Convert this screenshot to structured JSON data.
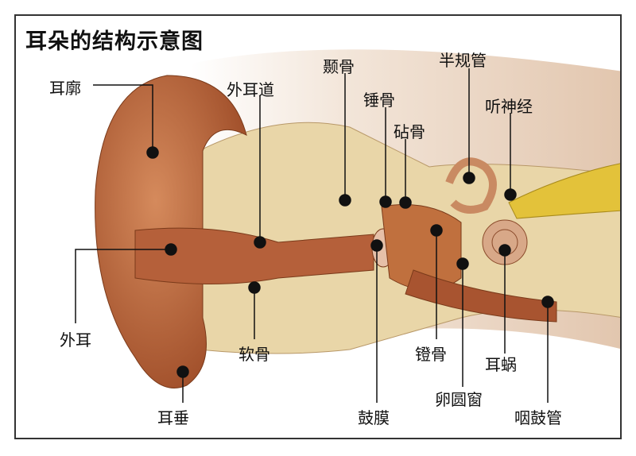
{
  "title": "耳朵的结构示意图",
  "labels": {
    "erkuo": "耳廓",
    "waierdao": "外耳道",
    "niegu": "颞骨",
    "banguiguan": "半规管",
    "chuigu": "锤骨",
    "zhengu": "砧骨",
    "tingshenjing": "听神经",
    "waier": "外耳",
    "ruangu": "软骨",
    "dengu": "镫骨",
    "erwo": "耳蜗",
    "luanyuanchuang": "卵圆窗",
    "gumo": "鼓膜",
    "erchui": "耳垂",
    "yanguguan": "咽鼓管"
  },
  "colors": {
    "skin": "#b8643a",
    "bone": "#e9d6a8",
    "nerve": "#e3c23a",
    "background": "#e8d2c0"
  }
}
